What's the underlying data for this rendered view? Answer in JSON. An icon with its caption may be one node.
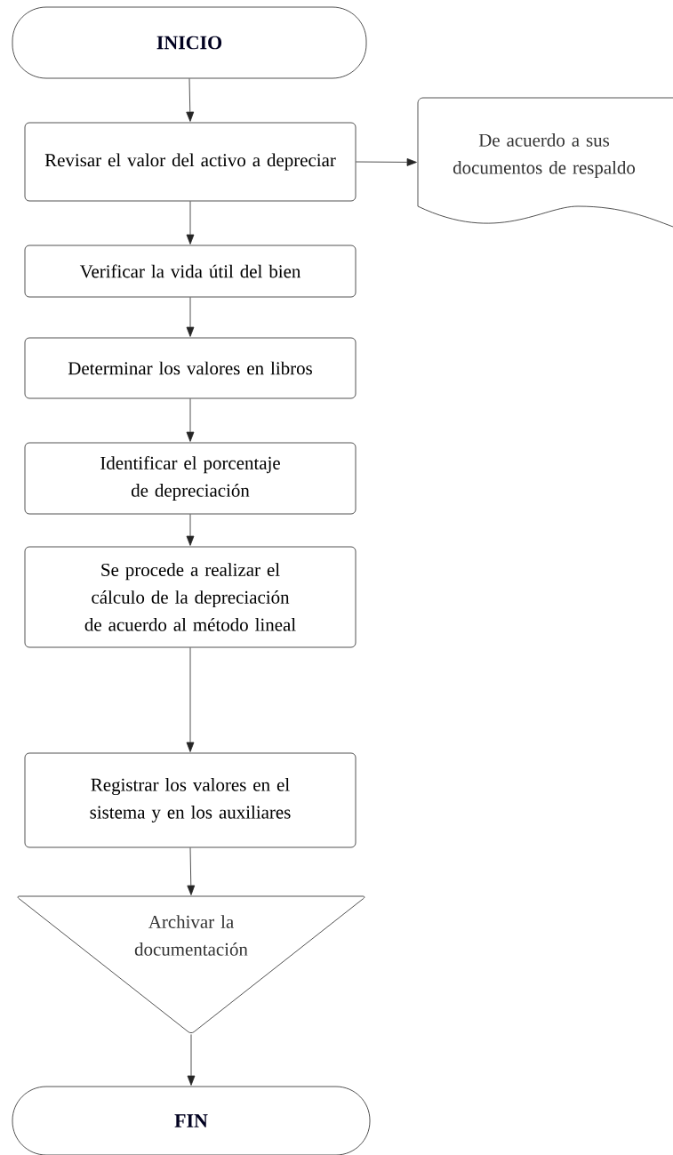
{
  "diagram": {
    "nodes": [
      {
        "text": [
          "INICIO"
        ]
      },
      {
        "text": [
          "Revisar el valor del activo a depreciar"
        ]
      },
      {
        "text": [
          "De acuerdo a sus documentos de respaldo"
        ]
      },
      {
        "text": [
          "Verificar la vida útil del bien"
        ]
      },
      {
        "text": [
          "Determinar los valores en libros"
        ]
      },
      {
        "text": [
          "Identificar el porcentaje de depreciación"
        ]
      },
      {
        "text": [
          "Se procede a realizar el cálculo de la depreciación de acuerdo al método lineal"
        ]
      },
      {
        "text": [
          "Registrar los valores en el sistema y en los auxiliares"
        ]
      },
      {
        "text": [
          "Archivar la documentación"
        ]
      },
      {
        "text": [
          "FIN"
        ]
      }
    ],
    "edges": [
      {
        "from": 0,
        "to": 1,
        "arrow": "to"
      },
      {
        "from": 1,
        "to": 2,
        "arrow": "to"
      },
      {
        "from": 1,
        "to": 3,
        "arrow": "to"
      },
      {
        "from": 3,
        "to": 4,
        "arrow": "to"
      },
      {
        "from": 4,
        "to": 5,
        "arrow": "to"
      },
      {
        "from": 5,
        "to": 6,
        "arrow": "to"
      },
      {
        "from": 6,
        "to": 7,
        "arrow": "to"
      },
      {
        "from": 7,
        "to": 8,
        "arrow": "to"
      },
      {
        "from": 8,
        "to": 9,
        "arrow": "to"
      }
    ]
  }
}
